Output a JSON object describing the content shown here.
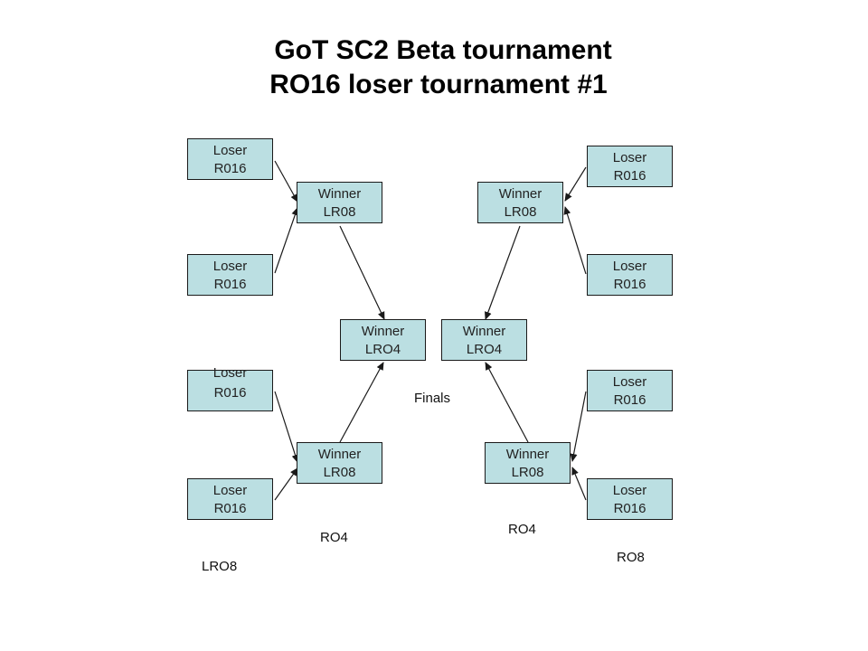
{
  "title": {
    "line1": "GoT SC2 Beta tournament",
    "line2": "RO16 loser tournament #1"
  },
  "colors": {
    "node_fill": "#bbdfe2",
    "node_border": "#1a1a1a",
    "arrow": "#1a1a1a"
  },
  "nodes": [
    {
      "id": "l1",
      "line1": "Loser",
      "line2": "R016"
    },
    {
      "id": "l2",
      "line1": "Loser",
      "line2": "R016"
    },
    {
      "id": "l3",
      "line1": "Loser",
      "line2": "R016"
    },
    {
      "id": "l4",
      "line1": "Loser",
      "line2": "R016"
    },
    {
      "id": "r1",
      "line1": "Loser",
      "line2": "R016"
    },
    {
      "id": "r2",
      "line1": "Loser",
      "line2": "R016"
    },
    {
      "id": "r3",
      "line1": "Loser",
      "line2": "R016"
    },
    {
      "id": "r4",
      "line1": "Loser",
      "line2": "R016"
    },
    {
      "id": "wl1",
      "line1": "Winner",
      "line2": "LR08"
    },
    {
      "id": "wl2",
      "line1": "Winner",
      "line2": "LR08"
    },
    {
      "id": "wr1",
      "line1": "Winner",
      "line2": "LR08"
    },
    {
      "id": "wr2",
      "line1": "Winner",
      "line2": "LR08"
    },
    {
      "id": "fl",
      "line1": "Winner",
      "line2": "LRO4"
    },
    {
      "id": "fr",
      "line1": "Winner",
      "line2": "LRO4"
    }
  ],
  "edges": [
    {
      "from": "l1",
      "to": "wl1"
    },
    {
      "from": "l2",
      "to": "wl1"
    },
    {
      "from": "l3",
      "to": "wl2"
    },
    {
      "from": "l4",
      "to": "wl2"
    },
    {
      "from": "r1",
      "to": "wr1"
    },
    {
      "from": "r2",
      "to": "wr1"
    },
    {
      "from": "r3",
      "to": "wr2"
    },
    {
      "from": "r4",
      "to": "wr2"
    },
    {
      "from": "wl1",
      "to": "fl"
    },
    {
      "from": "wl2",
      "to": "fl"
    },
    {
      "from": "wr1",
      "to": "fr"
    },
    {
      "from": "wr2",
      "to": "fr"
    }
  ],
  "labels": {
    "finals": "Finals",
    "ro4_left": "RO4",
    "ro4_right": "RO4",
    "lro8": "LRO8",
    "ro8": "RO8"
  }
}
